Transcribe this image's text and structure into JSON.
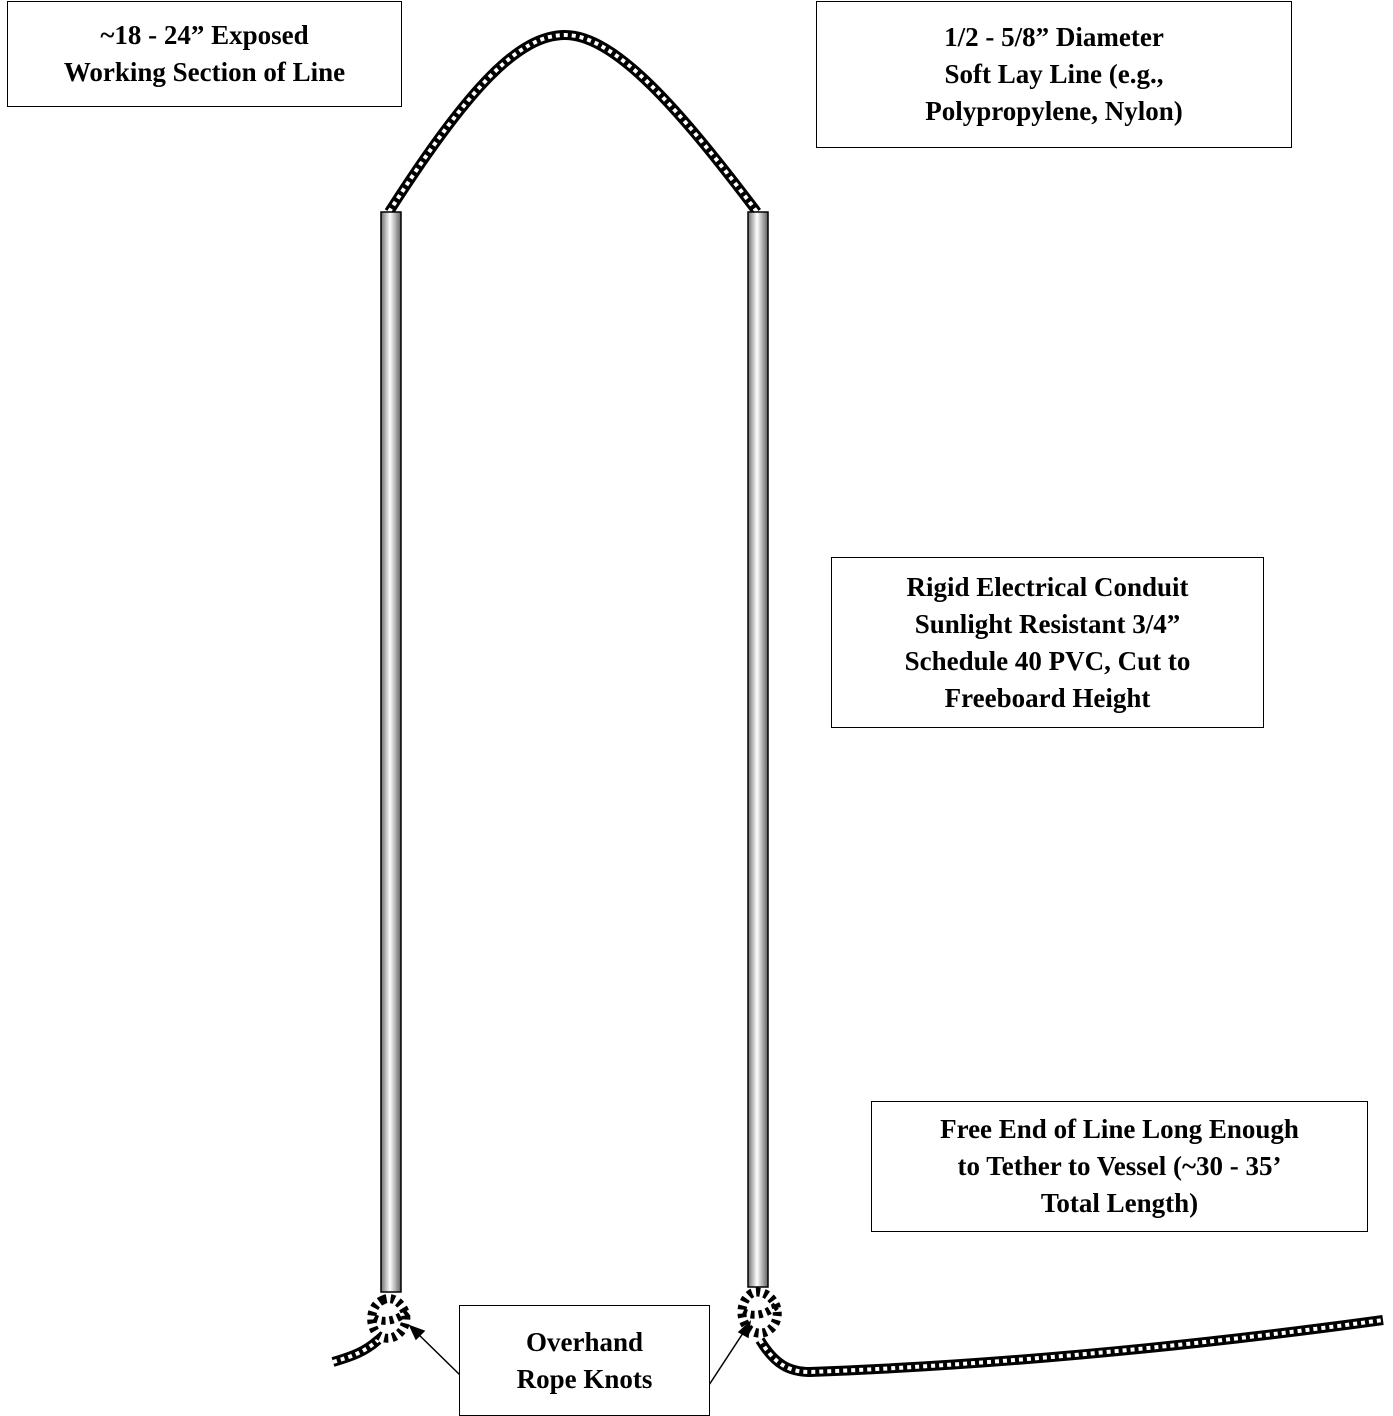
{
  "labels": {
    "exposed_section": [
      "~18 - 24” Exposed",
      "Working Section of Line"
    ],
    "line_spec": [
      "1/2 - 5/8” Diameter",
      "Soft Lay Line (e.g.,",
      "Polypropylene, Nylon)"
    ],
    "conduit_spec": [
      "Rigid Electrical Conduit",
      "Sunlight Resistant 3/4”",
      "Schedule 40 PVC, Cut to",
      "Freeboard Height"
    ],
    "free_end": [
      "Free End of Line Long Enough",
      "to Tether to Vessel (~30 - 35’",
      "Total Length)"
    ],
    "knots": [
      "Overhand",
      "Rope Knots"
    ]
  }
}
